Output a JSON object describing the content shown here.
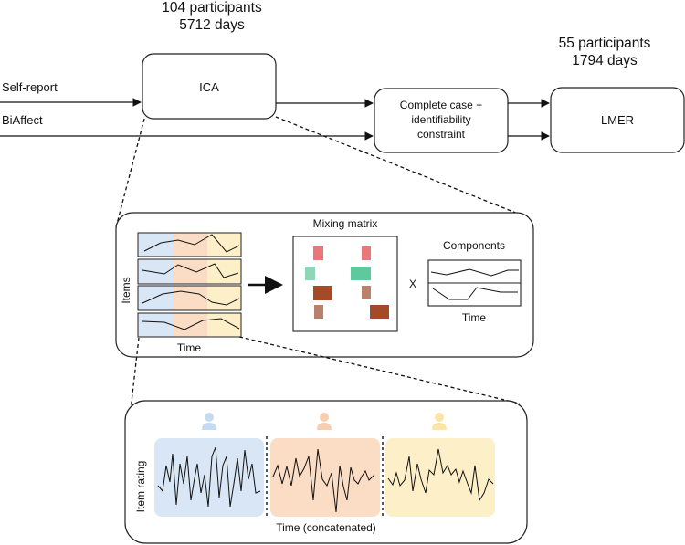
{
  "header": {
    "left_participants": "104 participants",
    "left_days": "5712 days",
    "right_participants": "55 participants",
    "right_days": "1794 days"
  },
  "inputs": {
    "self_report": "Self-report",
    "biaffect": "BiAffect"
  },
  "boxes": {
    "ica": "ICA",
    "complete_case_line1": "Complete case +",
    "complete_case_line2": "identifiability",
    "complete_case_line3": "constraint",
    "lmer": "LMER"
  },
  "ica_detail": {
    "items_label": "Items",
    "time_label": "Time",
    "mixing_matrix_label": "Mixing matrix",
    "multiply_symbol": "X",
    "components_label": "Components",
    "components_time_label": "Time"
  },
  "concat_detail": {
    "y_label": "Item rating",
    "x_label": "Time (concatenated)"
  },
  "colors": {
    "participant_blue": "#d8e6f6",
    "participant_orange": "#fbdcc4",
    "participant_yellow": "#fdf0c8",
    "matrix_red": "#e8787a",
    "matrix_teal": "#5fc99e",
    "matrix_brown": "#a44a26",
    "matrix_tan": "#b9806b"
  }
}
